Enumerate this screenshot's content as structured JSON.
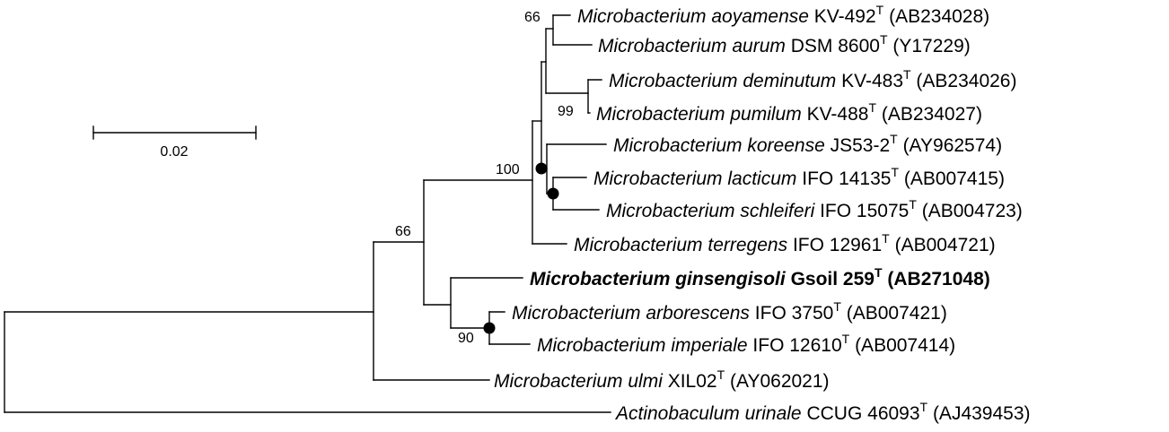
{
  "taxa": [
    {
      "genus_species": "Microbacterium aoyamense",
      "strain": "KV-492",
      "type_mark": "T",
      "accession": "(AB234028)",
      "bold": false
    },
    {
      "genus_species": "Microbacterium aurum",
      "strain": "DSM 8600",
      "type_mark": "T",
      "accession": "(Y17229)",
      "bold": false
    },
    {
      "genus_species": "Microbacterium deminutum",
      "strain": "KV-483",
      "type_mark": "T",
      "accession": "(AB234026)",
      "bold": false
    },
    {
      "genus_species": "Microbacterium pumilum",
      "strain": "KV-488",
      "type_mark": "T",
      "accession": "(AB234027)",
      "bold": false
    },
    {
      "genus_species": "Microbacterium koreense",
      "strain": "JS53-2",
      "type_mark": "T",
      "accession": "(AY962574)",
      "bold": false
    },
    {
      "genus_species": "Microbacterium lacticum",
      "strain": "IFO 14135",
      "type_mark": "T",
      "accession": "(AB007415)",
      "bold": false
    },
    {
      "genus_species": "Microbacterium schleiferi",
      "strain": "IFO 15075",
      "type_mark": "T",
      "accession": "(AB004723)",
      "bold": false
    },
    {
      "genus_species": "Microbacterium terregens",
      "strain": "IFO 12961",
      "type_mark": "T",
      "accession": "(AB004721)",
      "bold": false
    },
    {
      "genus_species": "Microbacterium ginsengisoli",
      "strain": "Gsoil 259",
      "type_mark": "T",
      "accession": "(AB271048)",
      "bold": true
    },
    {
      "genus_species": "Microbacterium arborescens",
      "strain": "IFO 3750",
      "type_mark": "T",
      "accession": "(AB007421)",
      "bold": false
    },
    {
      "genus_species": "Microbacterium imperiale",
      "strain": "IFO 12610",
      "type_mark": "T",
      "accession": "(AB007414)",
      "bold": false
    },
    {
      "genus_species": "Microbacterium ulmi",
      "strain": "XIL02",
      "type_mark": "T",
      "accession": "(AY062021)",
      "bold": false
    },
    {
      "genus_species": "Actinobaculum urinale",
      "strain": "CCUG 46093",
      "type_mark": "T",
      "accession": "(AJ439453)",
      "bold": false
    }
  ],
  "bootstrap": {
    "aoyamense_aurum": "66",
    "deminutum_pumilum": "99",
    "core_clade": "100",
    "outer_clade": "66",
    "arborescens_imperiale": "90"
  },
  "scale_bar": {
    "label": "0.02"
  }
}
